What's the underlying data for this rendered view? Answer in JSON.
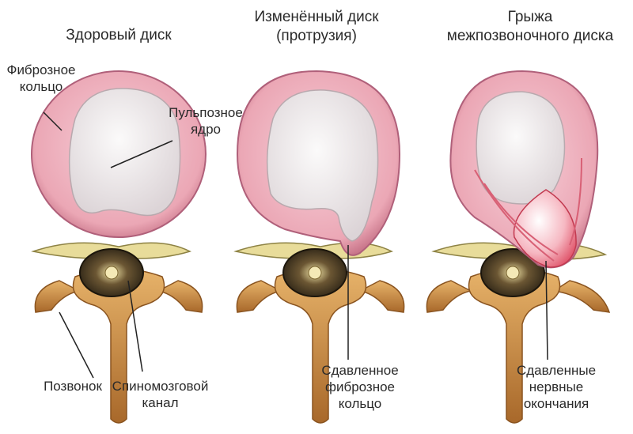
{
  "titles": {
    "healthy": "Здоровый диск",
    "changed": "Изменённый диск\n(протрузия)",
    "hernia": "Грыжа\nмежпозвоночного диска"
  },
  "labels": {
    "annulus": "Фиброзное\nкольцо",
    "nucleus": "Пульпозное\nядро",
    "vertebra": "Позвонок",
    "spinal_canal": "Спиномозговой\nканал",
    "compressed_annulus": "Сдавленное\nфиброзное\nкольцо",
    "compressed_nerves": "Сдавленные\nнервные\nокончания"
  },
  "colors": {
    "annulus": "#eba7b5",
    "annulus_edge": "#c46f84",
    "nucleus": "#f1eeef",
    "bone": "#d69a4c",
    "bone_dark": "#8a5420",
    "canal": "#2d2416",
    "nerve": "#e5d99a",
    "hernia": "#e0546a",
    "leader": "#222222"
  }
}
